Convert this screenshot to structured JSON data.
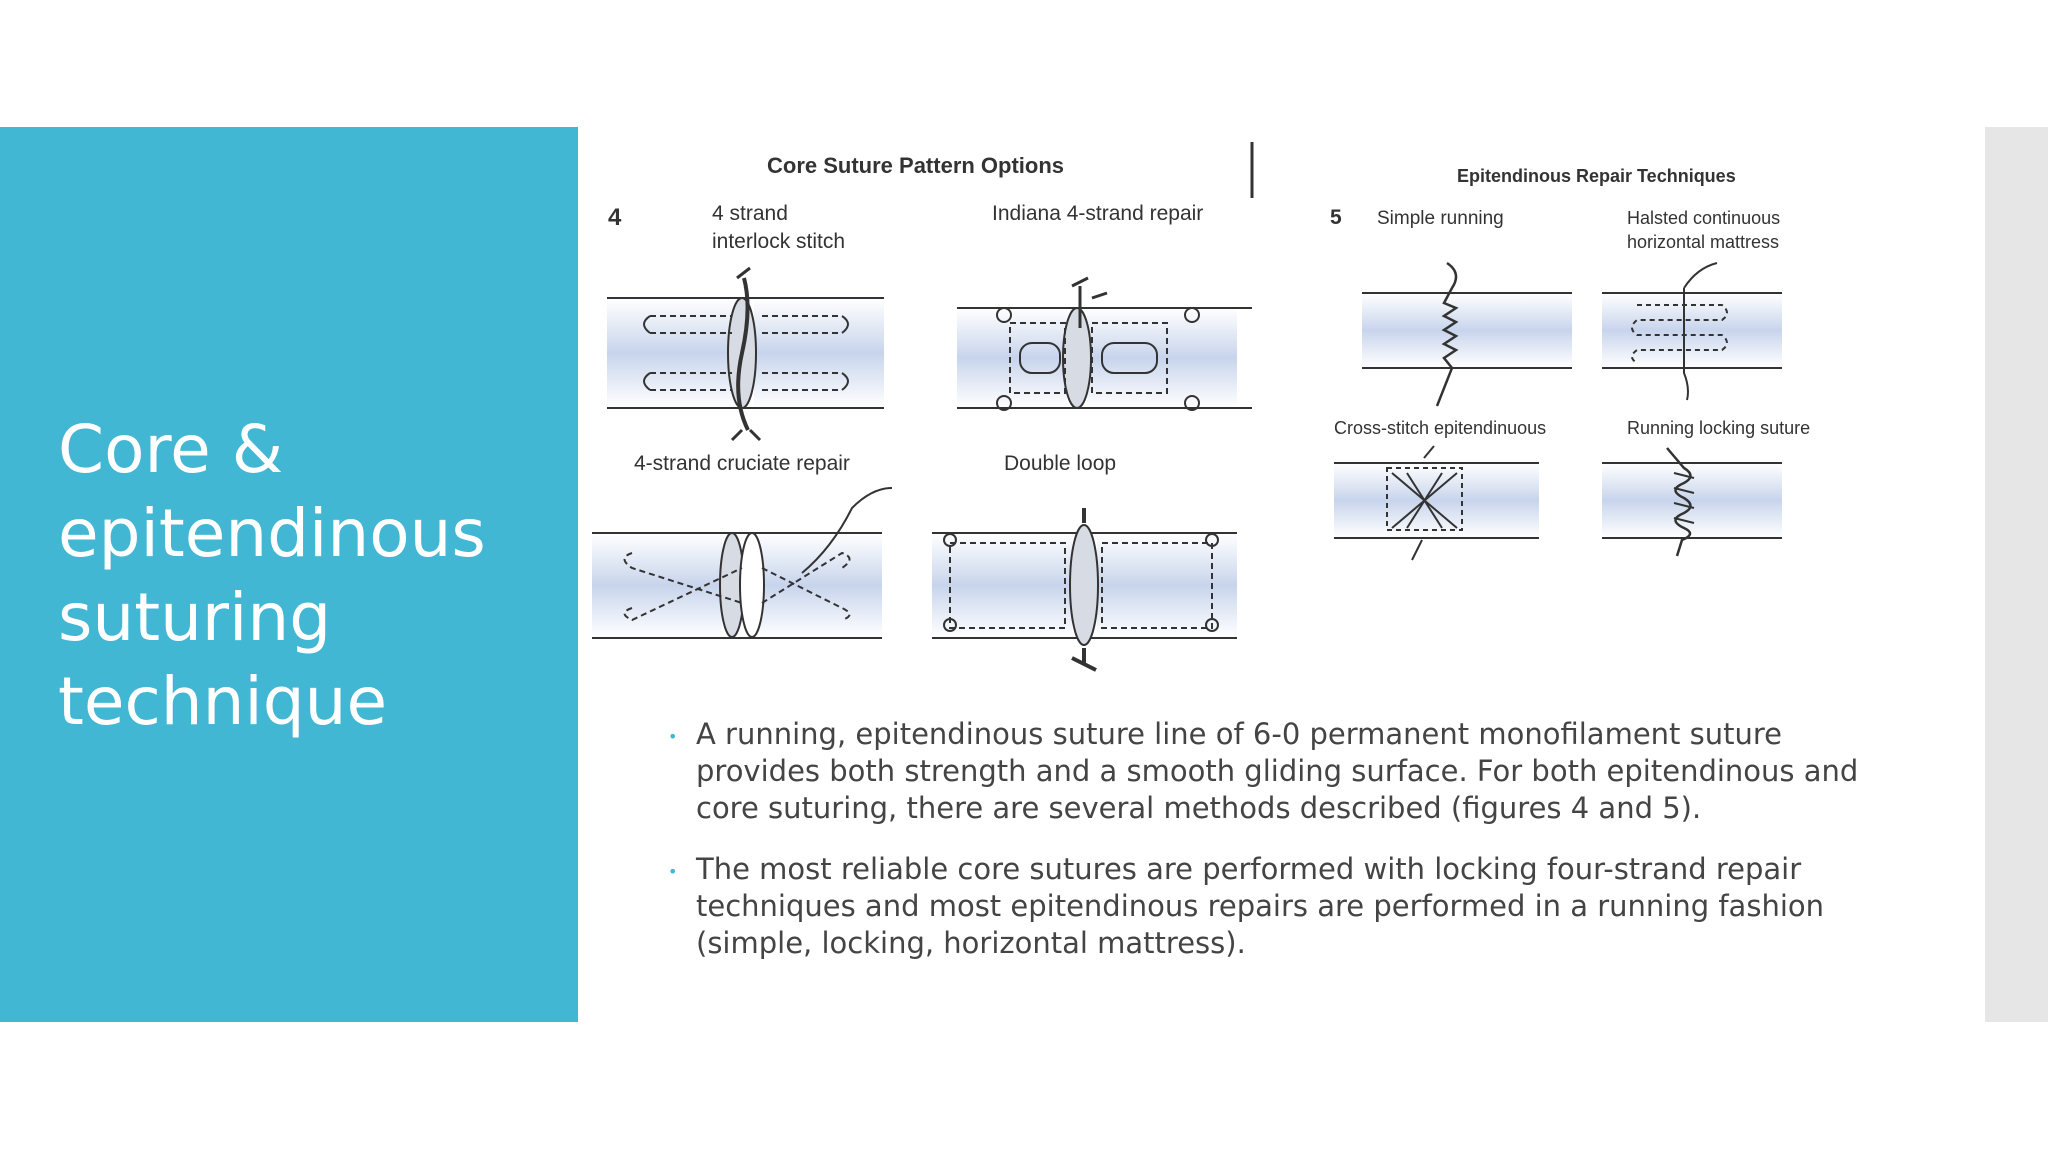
{
  "slide": {
    "title": "Core & epitendinous suturing technique",
    "accent_color": "#41b7d3"
  },
  "figure": {
    "core_heading": "Core Suture Pattern Options",
    "core_number": "4",
    "core_labels": {
      "a_line1": "4 strand",
      "a_line2": "interlock stitch",
      "b": "Indiana 4-strand repair",
      "c": "4-strand cruciate repair",
      "d": "Double loop"
    },
    "epi_heading": "Epitendinous Repair Techniques",
    "epi_number": "5",
    "epi_labels": {
      "a": "Simple running",
      "b_line1": "Halsted continuous",
      "b_line2": "horizontal mattress",
      "c": "Cross-stitch epitendinuous",
      "d": "Running locking suture"
    }
  },
  "bullets": [
    {
      "text": "A running, epitendinous suture line of 6-0 permanent monofilament suture provides both strength and a smooth gliding surface. For both epitendinous and core suturing, there are several methods described (figures 4 and 5)."
    },
    {
      "text": " The most reliable core sutures are performed with locking four-strand repair techniques and most epitendinous repairs are performed in a running fashion (simple, locking, horizontal mattress)."
    }
  ]
}
